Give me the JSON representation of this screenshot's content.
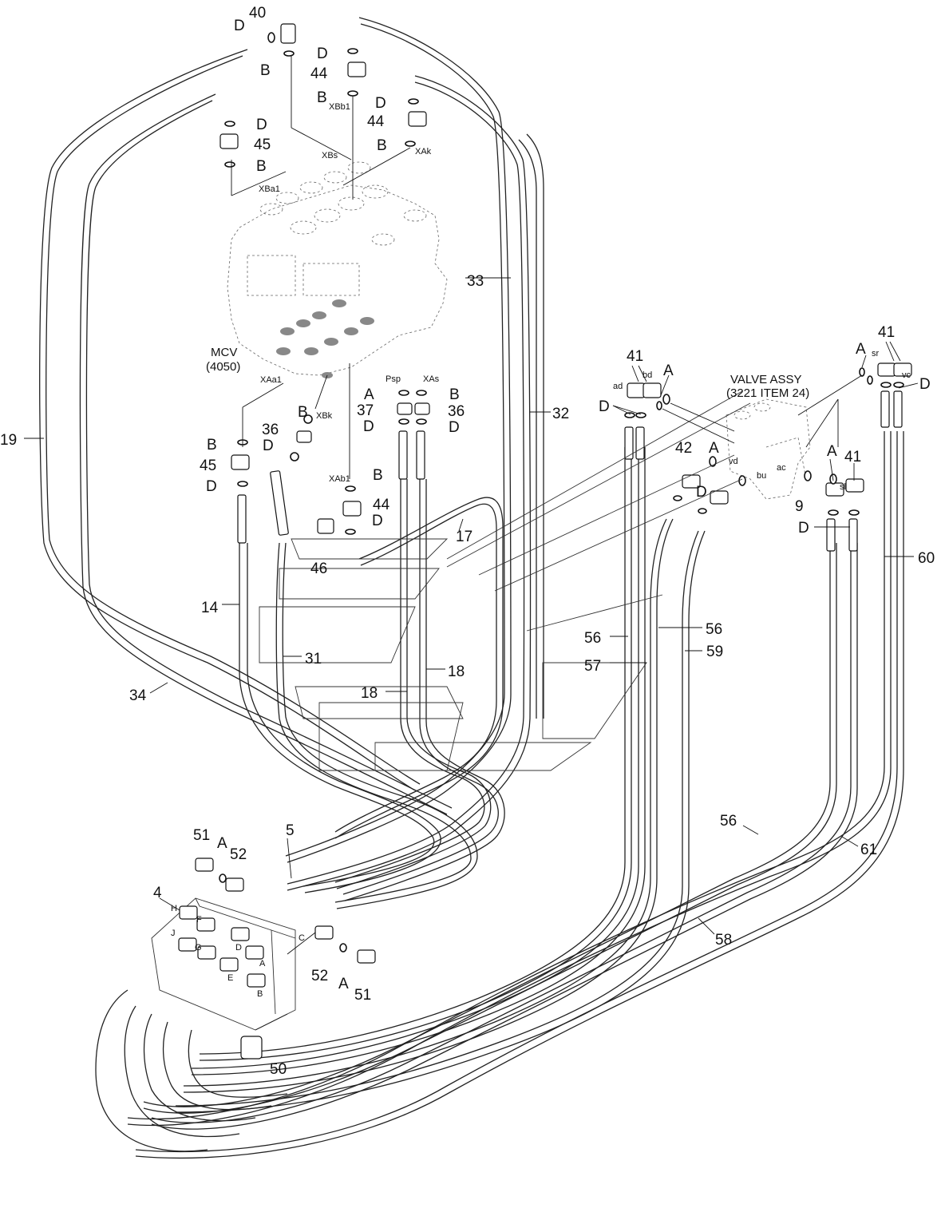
{
  "labels": {
    "n40": "40",
    "n44a": "44",
    "n44b": "44",
    "n44c": "44",
    "n45a": "45",
    "n45b": "45",
    "n33": "33",
    "n32": "32",
    "n19": "19",
    "n14": "14",
    "n31": "31",
    "n34": "34",
    "n17": "17",
    "n18a": "18",
    "n18b": "18",
    "n37": "37",
    "n36a": "36",
    "n36b": "36",
    "n46": "46",
    "n41a": "41",
    "n41b": "41",
    "n41c": "41",
    "n42": "42",
    "n9": "9",
    "n60": "60",
    "n56a": "56",
    "n56b": "56",
    "n56c": "56",
    "n57": "57",
    "n59": "59",
    "n58": "58",
    "n61": "61",
    "n51a": "51",
    "n51b": "51",
    "n52a": "52",
    "n52b": "52",
    "n5": "5",
    "n4": "4",
    "n50": "50",
    "B": "B",
    "D": "D",
    "A": "A",
    "port_H": "H",
    "port_F": "F",
    "port_J": "J",
    "port_G": "G",
    "port_D": "D",
    "port_E": "E",
    "port_A": "A",
    "port_B": "B",
    "port_C": "C",
    "mcv_title": "MCV",
    "mcv_code": "(4050)",
    "valve_title": "VALVE ASSY",
    "valve_ref": "(3221 ITEM 24)",
    "XBs": "XBs",
    "XBa1": "XBa1",
    "XBb1": "XBb1",
    "XAk": "XAk",
    "XAa1": "XAa1",
    "XBk": "XBk",
    "XAb1": "XAb1",
    "Psp": "Psp",
    "XAs": "XAs",
    "ad": "ad",
    "bd": "bd",
    "vd": "vd",
    "bu": "bu",
    "ac": "ac",
    "sr": "sr",
    "vc": "vc",
    "sl": "sl"
  },
  "colors": {
    "line": "#222222",
    "background": "#ffffff"
  }
}
